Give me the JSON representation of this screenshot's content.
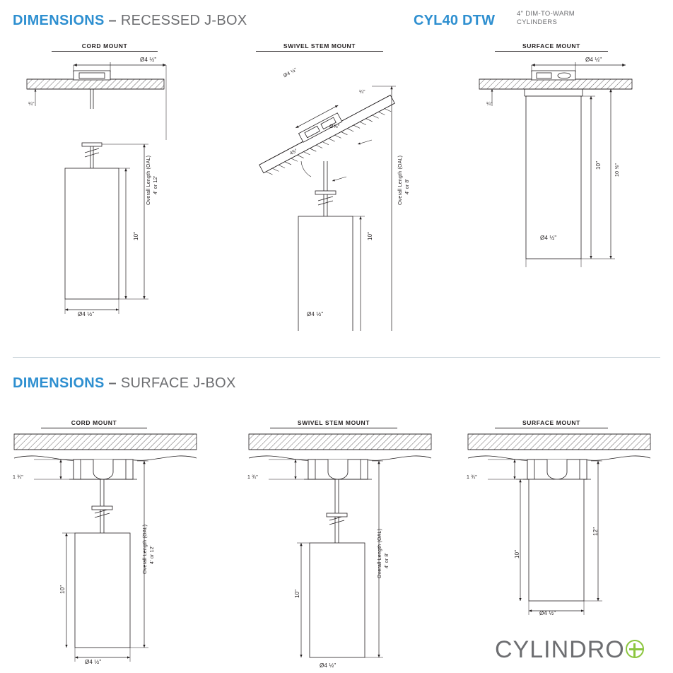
{
  "header": {
    "section1_title_bold": "DIMENSIONS",
    "section1_dash": "–",
    "section1_title_rest": "RECESSED J-BOX",
    "product_code": "CYL40 DTW",
    "product_desc_line1": "4\" DIM-TO-WARM",
    "product_desc_line2": "CYLINDERS",
    "blue": "#2e8fd0",
    "grey": "#6d6e71"
  },
  "section2": {
    "title_bold": "DIMENSIONS",
    "dash": "–",
    "title_rest": "SURFACE J-BOX"
  },
  "recessed": {
    "cord": {
      "caption": "CORD MOUNT",
      "dia_top": "Ø4 ½\"",
      "ceiling_thk": "¼\"",
      "body_height": "10\"",
      "oal_label": "Overall Length (OAL)",
      "oal_value": "4' or 12'",
      "dia_bottom": "Ø4 ½\""
    },
    "swivel": {
      "caption": "SWIVEL STEM MOUNT",
      "dia_top": "Ø4 ½\"",
      "ceiling_thk": "¼\"",
      "stem_dia": "Ø⅝\"",
      "angle": "45°",
      "body_height": "10\"",
      "oal_label": "Overall Length (OAL)",
      "oal_value": "4' or 8'",
      "dia_bottom": "Ø4 ½\""
    },
    "surface": {
      "caption": "SURFACE MOUNT",
      "dia_top": "Ø4 ½\"",
      "ceiling_thk": "¼\"",
      "body_height": "10\"",
      "overall_height": "10 ⅝\"",
      "dia_bottom": "Ø4 ½\""
    }
  },
  "surface_jbox": {
    "cord": {
      "caption": "CORD MOUNT",
      "jbox_height": "1 ¾\"",
      "body_height": "10\"",
      "oal_label": "Overall Length (OAL)",
      "oal_value": "4' or 12'",
      "dia_bottom": "Ø4 ½\""
    },
    "swivel": {
      "caption": "SWIVEL STEM MOUNT",
      "jbox_height": "1 ¾\"",
      "body_height": "10\"",
      "oal_label": "Overall Length (OAL)",
      "oal_value": "4' or 8'",
      "dia_bottom": "Ø4 ½\""
    },
    "surface": {
      "caption": "SURFACE MOUNT",
      "jbox_height": "1 ¾\"",
      "body_height": "10\"",
      "overall_height": "12\"",
      "dia_bottom": "Ø4 ½\""
    }
  },
  "logo": {
    "text": "CYLINDRO",
    "accent": "#8cc63f"
  }
}
